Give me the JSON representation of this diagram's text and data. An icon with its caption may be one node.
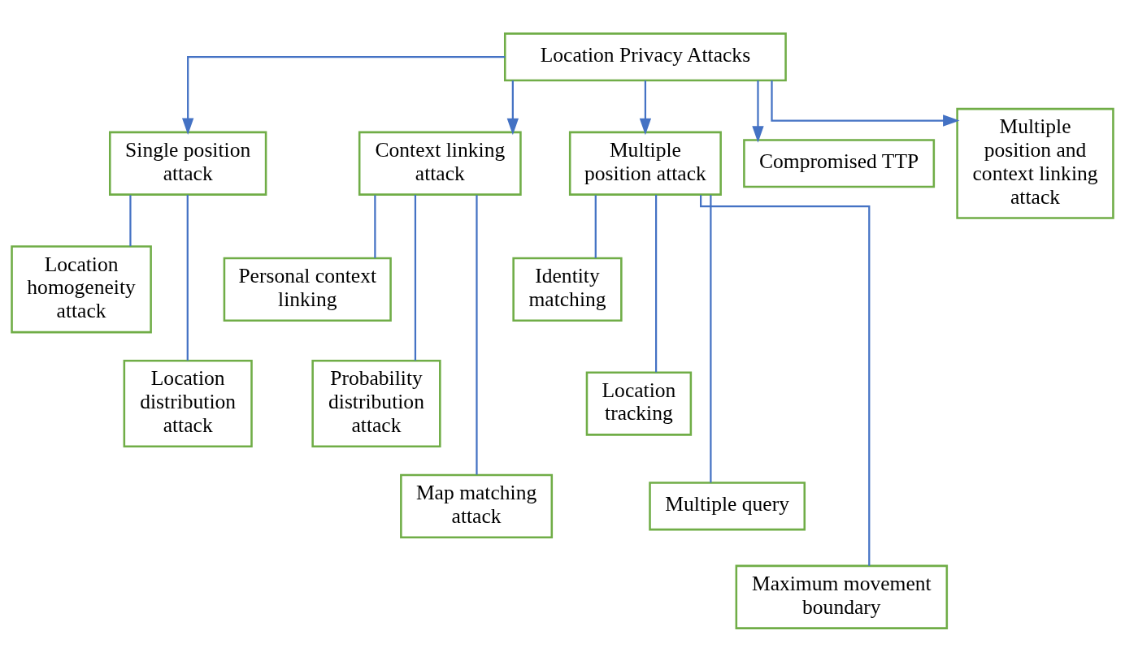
{
  "diagram": {
    "nodes": [
      {
        "text": [
          "Location Privacy Attacks"
        ]
      },
      {
        "text": [
          "Single position attack"
        ]
      },
      {
        "text": [
          "Context linking attack"
        ]
      },
      {
        "text": [
          "Multiple position attack"
        ]
      },
      {
        "text": [
          "Compromised TTP"
        ]
      },
      {
        "text": [
          "Multiple position and context linking attack"
        ]
      },
      {
        "text": [
          "Location homogeneity attack"
        ]
      },
      {
        "text": [
          "Location distribution attack"
        ]
      },
      {
        "text": [
          "Personal context linking"
        ]
      },
      {
        "text": [
          "Probability distribution attack"
        ]
      },
      {
        "text": [
          "Map matching attack"
        ]
      },
      {
        "text": [
          "Identity matching"
        ]
      },
      {
        "text": [
          "Location tracking"
        ]
      },
      {
        "text": [
          "Multiple query"
        ]
      },
      {
        "text": [
          "Maximum movement boundary"
        ]
      }
    ],
    "edges": [
      {
        "from": 0,
        "to": 1,
        "arrow": "to"
      },
      {
        "from": 0,
        "to": 2,
        "arrow": "to"
      },
      {
        "from": 0,
        "to": 3,
        "arrow": "to"
      },
      {
        "from": 0,
        "to": 4,
        "arrow": "to"
      },
      {
        "from": 0,
        "to": 5,
        "arrow": "to"
      },
      {
        "from": 1,
        "to": 6,
        "arrow": "none"
      },
      {
        "from": 1,
        "to": 7,
        "arrow": "none"
      },
      {
        "from": 2,
        "to": 8,
        "arrow": "none"
      },
      {
        "from": 2,
        "to": 9,
        "arrow": "none"
      },
      {
        "from": 2,
        "to": 10,
        "arrow": "none"
      },
      {
        "from": 3,
        "to": 11,
        "arrow": "none"
      },
      {
        "from": 3,
        "to": 12,
        "arrow": "none"
      },
      {
        "from": 3,
        "to": 13,
        "arrow": "none"
      },
      {
        "from": 3,
        "to": 14,
        "arrow": "none"
      }
    ]
  }
}
